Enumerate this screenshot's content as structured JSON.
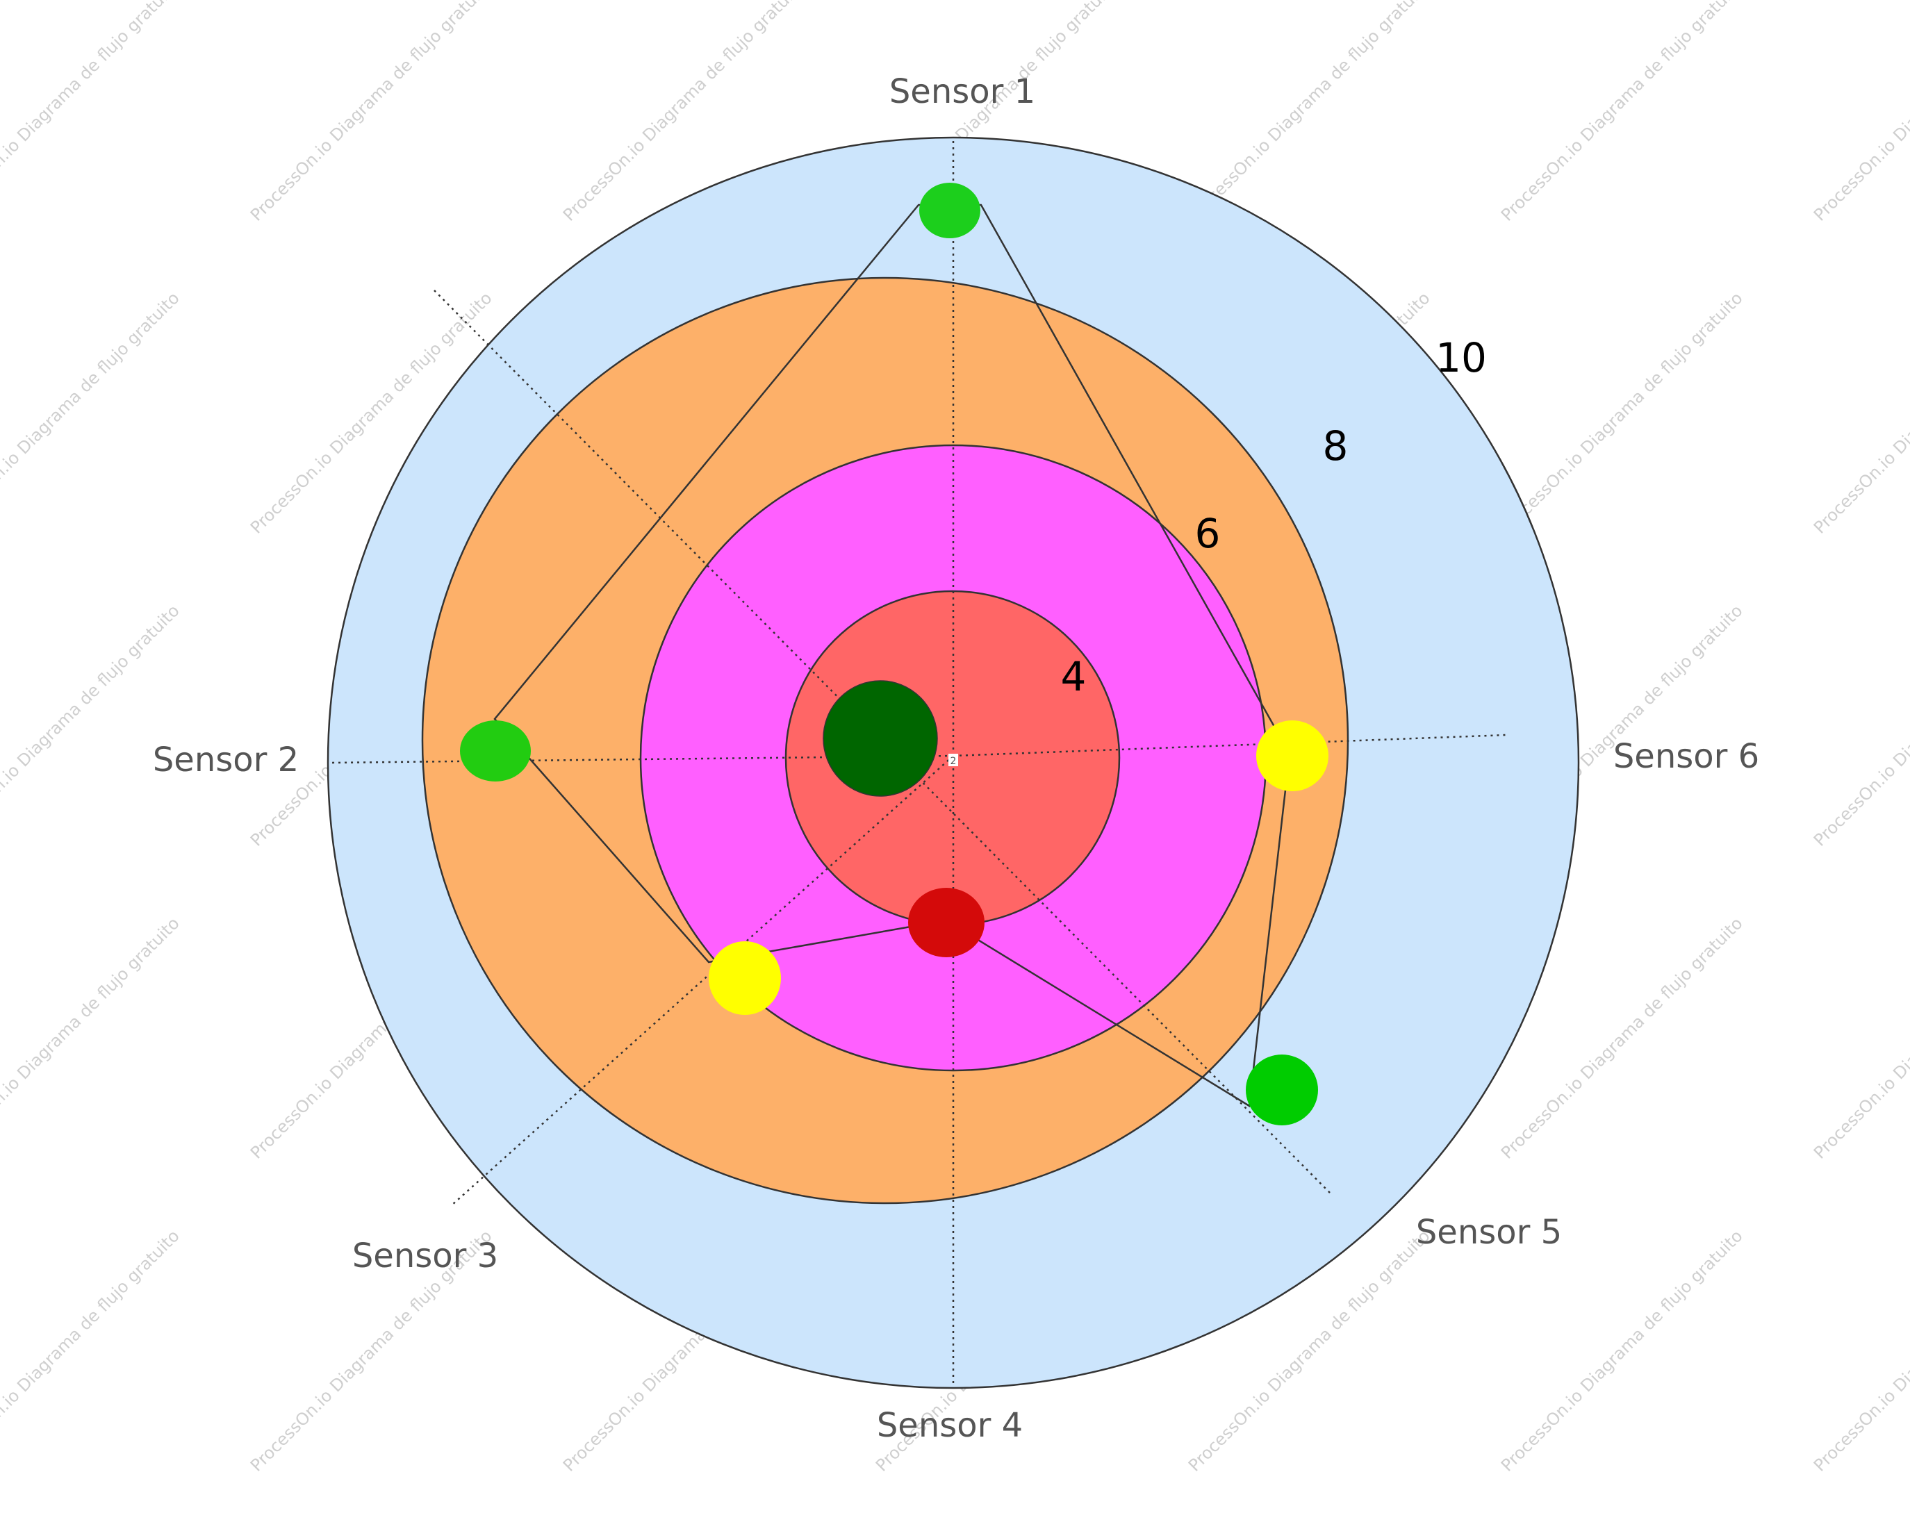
{
  "watermark": {
    "text": "ProcessOn.io Diagrama de flujo gratuito"
  },
  "rings": [
    {
      "name": "ring-10",
      "color": "#cce5fc"
    },
    {
      "name": "ring-8",
      "color": "#fdb069"
    },
    {
      "name": "ring-6",
      "color": "#ff5fff"
    },
    {
      "name": "ring-4",
      "color": "#ff6666"
    }
  ],
  "ring_labels": [
    "10",
    "8",
    "6",
    "4"
  ],
  "center_mark": "2",
  "sensors": [
    {
      "label": "Sensor 1",
      "color": "#1ccf1c"
    },
    {
      "label": "Sensor 2",
      "color": "#22cc11"
    },
    {
      "label": "Sensor 3",
      "color": "#ffff00"
    },
    {
      "label": "Sensor 4",
      "color": "#d40a0a"
    },
    {
      "label": "Sensor 5",
      "color": "#00cc00"
    },
    {
      "label": "Sensor 6",
      "color": "#ffff00"
    }
  ],
  "center_marker": {
    "color": "#006600"
  }
}
